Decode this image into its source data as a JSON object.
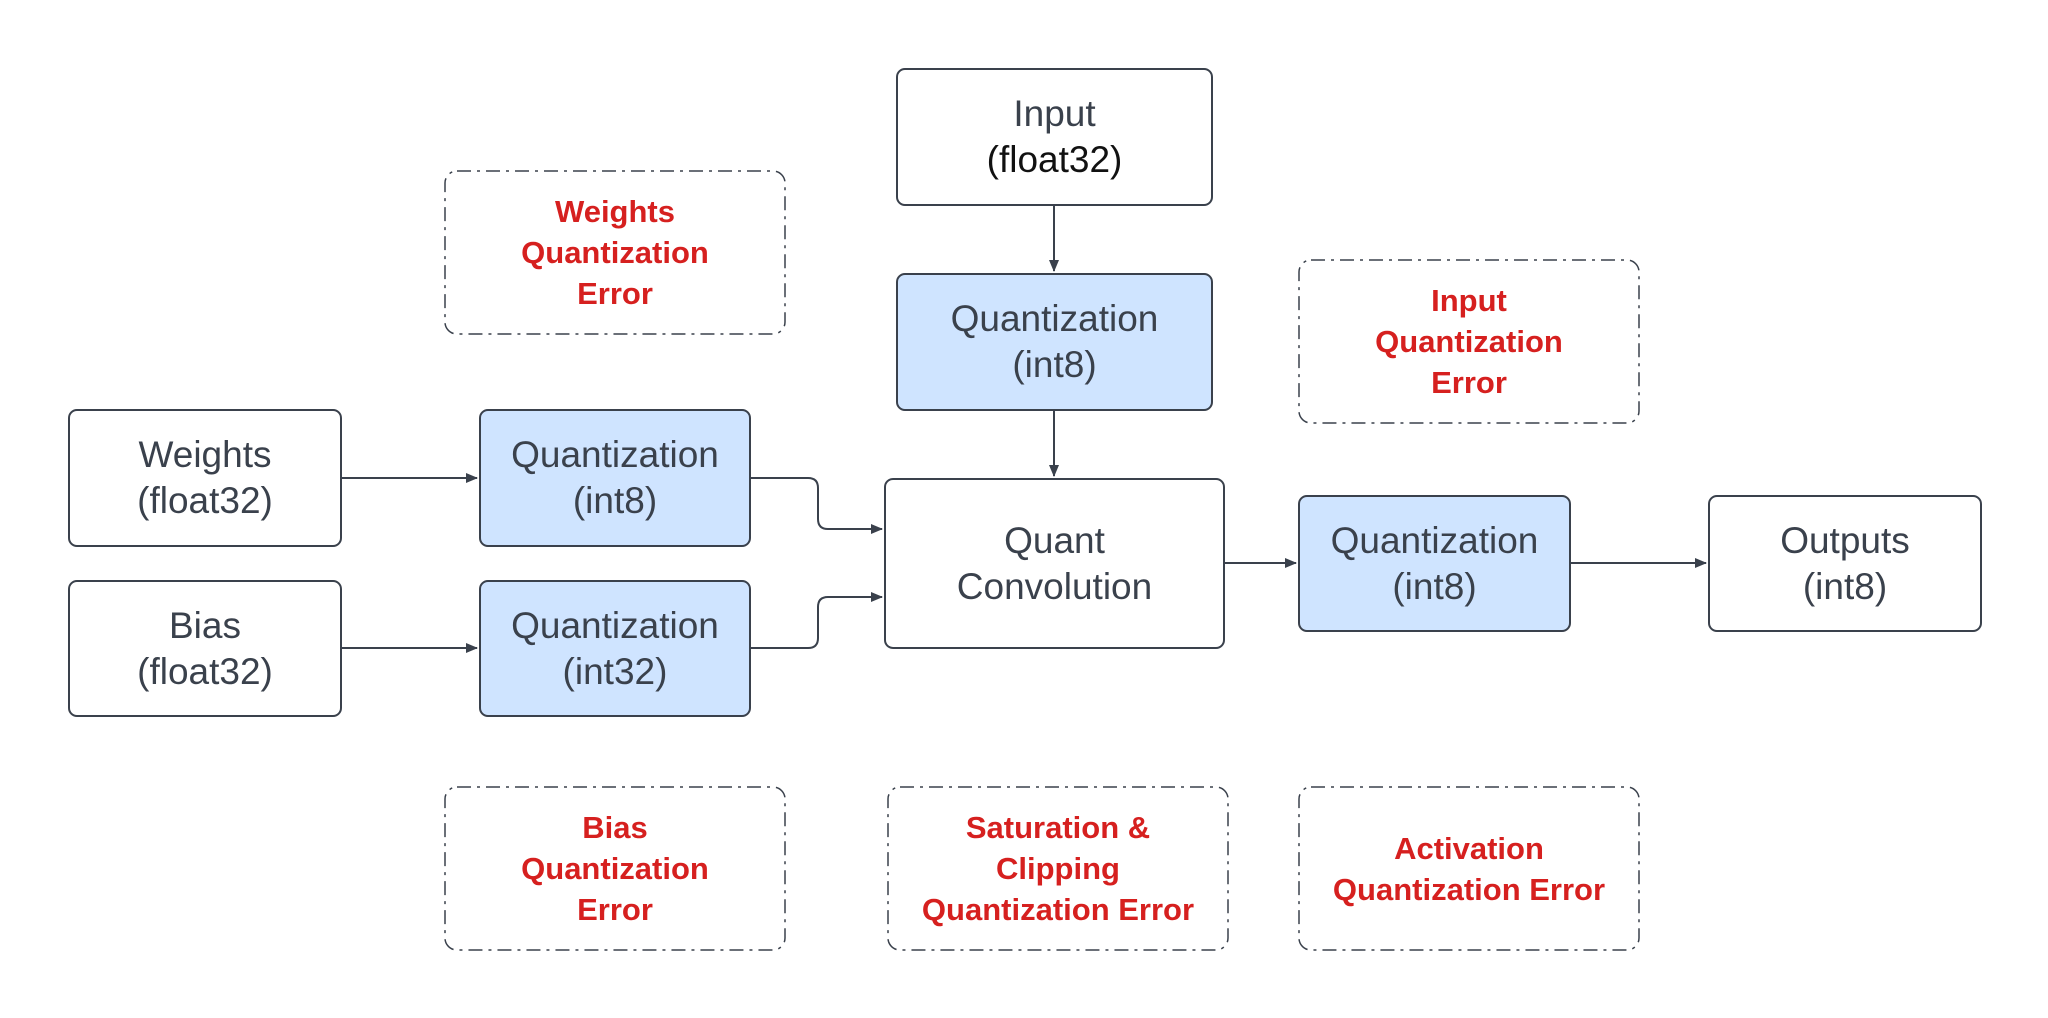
{
  "nodes": {
    "input": {
      "line1": "Input",
      "line2": "(float32)"
    },
    "input_quant": {
      "line1": "Quantization",
      "line2": "(int8)"
    },
    "weights": {
      "line1": "Weights",
      "line2": "(float32)"
    },
    "weights_quant": {
      "line1": "Quantization",
      "line2": "(int8)"
    },
    "bias": {
      "line1": "Bias",
      "line2": "(float32)"
    },
    "bias_quant": {
      "line1": "Quantization",
      "line2": "(int32)"
    },
    "conv": {
      "line1": "Quant",
      "line2": "Convolution"
    },
    "output_quant": {
      "line1": "Quantization",
      "line2": "(int8)"
    },
    "outputs": {
      "line1": "Outputs",
      "line2": "(int8)"
    }
  },
  "error_notes": {
    "weights": [
      "Weights",
      "Quantization",
      "Error"
    ],
    "input": [
      "Input",
      "Quantization",
      "Error"
    ],
    "bias": [
      "Bias",
      "Quantization",
      "Error"
    ],
    "saturation": [
      "Saturation &",
      "Clipping",
      "Quantization Error"
    ],
    "activation": [
      "Activation",
      "Quantization Error"
    ]
  },
  "colors": {
    "quantization_fill": "#cfe4ff",
    "border": "#3a414c",
    "error_text": "#d6201f"
  }
}
